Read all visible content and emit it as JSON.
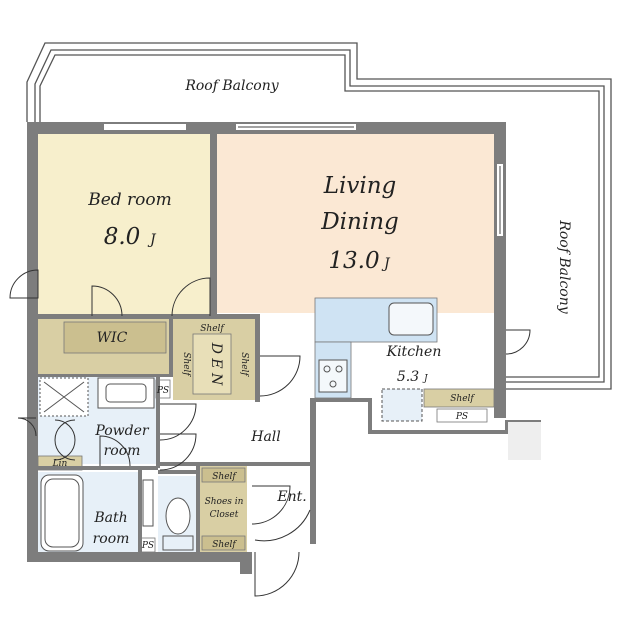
{
  "rooms": {
    "roof_balcony_top": "Roof Balcony",
    "roof_balcony_right": "Roof Balcony",
    "bedroom": {
      "name": "Bed room",
      "size": "8.0",
      "unit": "J"
    },
    "living": {
      "name1": "Living",
      "name2": "Dining",
      "size": "13.0",
      "unit": "J"
    },
    "kitchen": {
      "name": "Kitchen",
      "size": "5.3",
      "unit": "J"
    },
    "wic": "WIC",
    "den": {
      "name": "D E N",
      "shelf": "Shelf"
    },
    "powder": {
      "name1": "Powder",
      "name2": "room"
    },
    "bath": {
      "name1": "Bath",
      "name2": "room"
    },
    "hall": "Hall",
    "entrance": "Ent.",
    "shoes": {
      "shelf": "Shelf",
      "closet1": "Shoes in",
      "closet2": "Closet"
    },
    "lin": "Lin",
    "ps": "PS",
    "kitchen_shelf": "Shelf"
  },
  "colors": {
    "bedroom_floor": "#f7efcc",
    "living_floor": "#fbe8d4",
    "storage_floor": "#d9cfa4",
    "wet_floor": "#e7f0f8",
    "kitchen_counter": "#cfe3f3",
    "wall": "#7d7d7d"
  }
}
